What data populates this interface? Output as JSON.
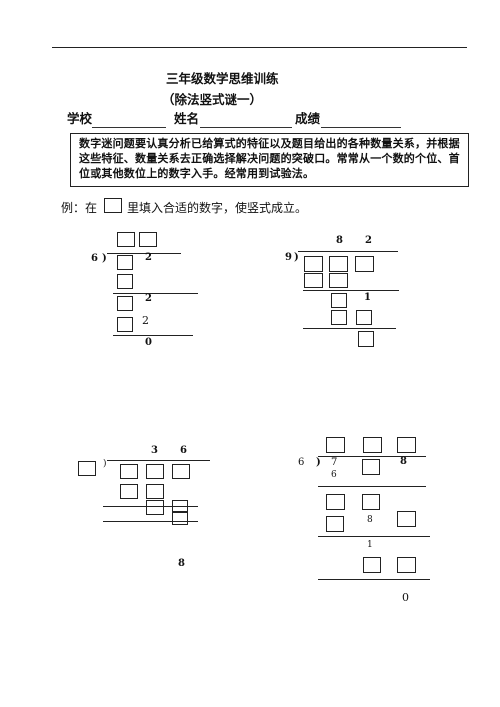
{
  "header": {
    "title": "三年级数学思维训练",
    "subtitle": "（除法竖式谜一）"
  },
  "fields": {
    "school_label": "学校",
    "name_label": "姓名",
    "score_label": "成绩"
  },
  "hint": {
    "text": "数字迷问题要认真分析已给算式的特征以及题目给出的各种数量关系，并根据这些特征、数量关系去正确选择解决问题的突破口。常常从一个数的个位、首位或其他数位上的数字入手。经常用到试验法。"
  },
  "instruction": {
    "prefix": "例：在",
    "suffix": "里填入合适的数字，使竖式成立。"
  },
  "problems": [
    {
      "divisor": "6",
      "bracket": ")",
      "dividend_digit": "2",
      "step1_digit": "2",
      "step2_digit": "2",
      "remainder": "0"
    },
    {
      "quotient": [
        "8",
        "2"
      ],
      "divisor": "9",
      "bracket": ")",
      "step_digit": "1"
    },
    {
      "quotient": [
        "3",
        "6"
      ],
      "bracket": ")",
      "last_digit": "8"
    },
    {
      "divisor": "6",
      "bracket": ")",
      "dividend_digits": [
        "7",
        "8"
      ],
      "step1_digit": "6",
      "step2_digit": "8",
      "step3_digit": "1",
      "remainder": "0"
    }
  ]
}
